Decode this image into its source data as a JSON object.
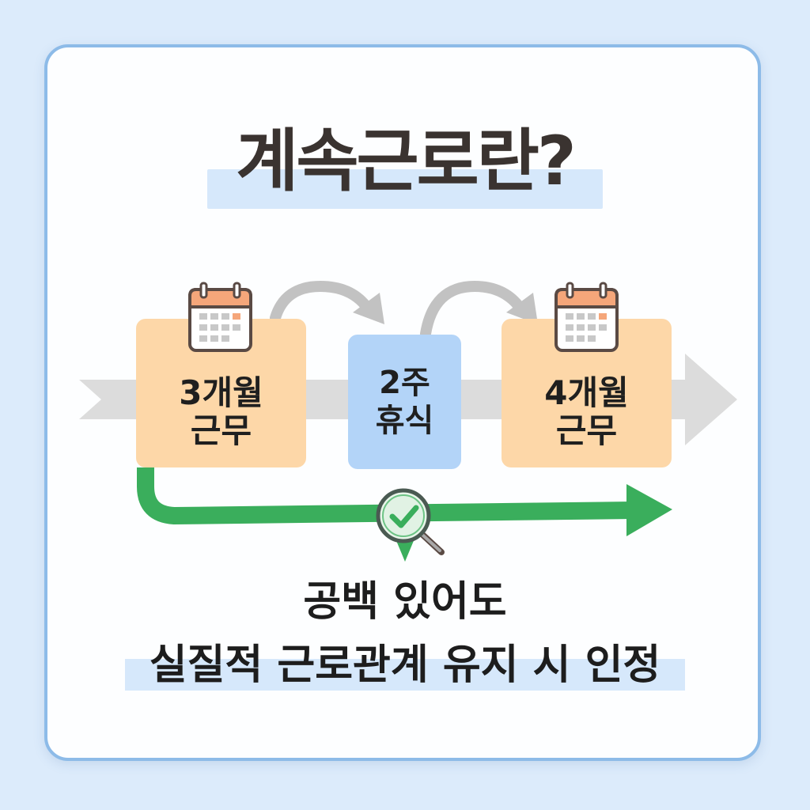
{
  "title": "계속근로란?",
  "stages": [
    {
      "line1": "3개월",
      "line2": "근무"
    },
    {
      "line1": "2주",
      "line2": "휴식"
    },
    {
      "line1": "4개월",
      "line2": "근무"
    }
  ],
  "icons": {
    "calendar": "calendar-icon",
    "magnifier": "magnifier-check-icon"
  },
  "footer": {
    "line1": "공백 있어도",
    "line2": "실질적 근로관계 유지 시 인정"
  },
  "colors": {
    "background": "#dcebfb",
    "card_border": "#8dbbe8",
    "work_box": "#fdd7a8",
    "rest_box": "#b3d4f8",
    "continuity_arrow": "#3aae5c",
    "timeline_arrow": "#d8d8d8",
    "highlight": "#d6e8fb"
  }
}
